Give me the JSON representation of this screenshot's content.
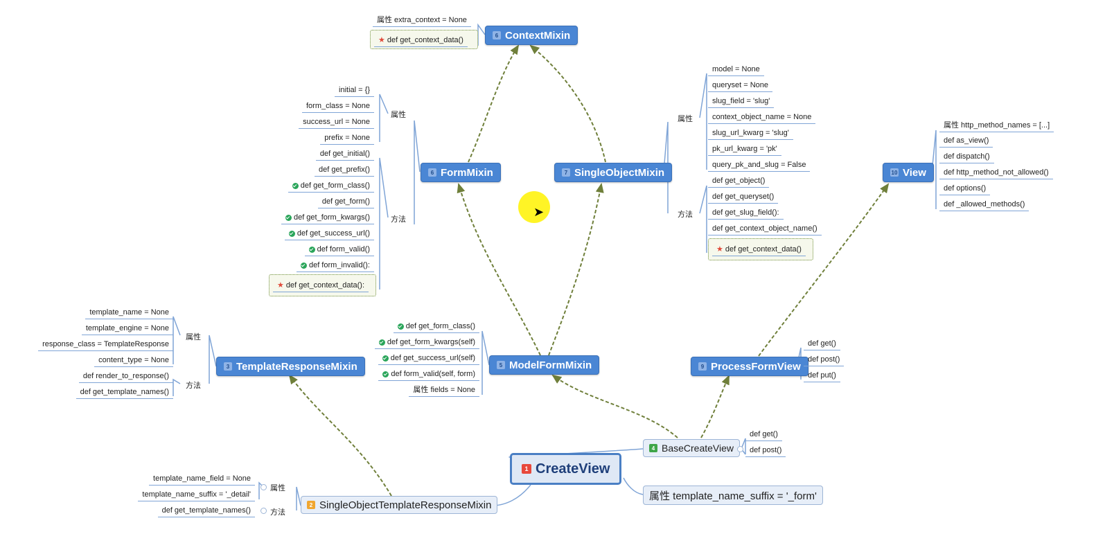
{
  "root": {
    "num": "1",
    "label": "CreateView"
  },
  "base_create_view": {
    "num": "4",
    "label": "BaseCreateView",
    "methods": [
      "def get()",
      "def post()"
    ]
  },
  "create_view_attr": "属性 template_name_suffix = '_form'",
  "process_form_view": {
    "num": "9",
    "label": "ProcessFormView",
    "methods": [
      "def get()",
      "def post()",
      "def put()"
    ]
  },
  "view": {
    "num": "10",
    "label": "View",
    "attr": "属性 http_method_names = [...]",
    "methods": [
      "def as_view()",
      "def dispatch()",
      "def http_method_not_allowed()",
      "def options()",
      "def _allowed_methods()"
    ]
  },
  "context_mixin": {
    "num": "6",
    "label": "ContextMixin",
    "attr": "属性 extra_context = None",
    "method": "def get_context_data()"
  },
  "form_mixin": {
    "num": "6",
    "label": "FormMixin",
    "attr_cat": "属性",
    "method_cat": "方法",
    "attrs": [
      "initial = {}",
      "form_class = None",
      "success_url = None",
      "prefix = None"
    ],
    "methods": [
      "def get_initial()",
      "def get_prefix()",
      "def get_form_class()",
      "def get_form()",
      "def get_form_kwargs()",
      "def get_success_url()",
      "def form_valid()",
      "def form_invalid():"
    ],
    "highlight": "def get_context_data():"
  },
  "single_object_mixin": {
    "num": "7",
    "label": "SingleObjectMixin",
    "attr_cat": "属性",
    "method_cat": "方法",
    "attrs": [
      "model = None",
      "queryset = None",
      "slug_field = 'slug'",
      "context_object_name = None",
      "slug_url_kwarg = 'slug'",
      "pk_url_kwarg = 'pk'",
      "query_pk_and_slug = False"
    ],
    "methods": [
      "def get_object()",
      "def get_queryset()",
      "def get_slug_field():",
      "def get_context_object_name()"
    ],
    "highlight": "def get_context_data()"
  },
  "model_form_mixin": {
    "num": "5",
    "label": "ModelFormMixin",
    "methods": [
      "def get_form_class()",
      "def get_form_kwargs(self)",
      "def get_success_url(self)",
      "def form_valid(self, form)"
    ],
    "attr": "属性 fields = None"
  },
  "template_response_mixin": {
    "num": "3",
    "label": "TemplateResponseMixin",
    "attr_cat": "属性",
    "method_cat": "方法",
    "attrs": [
      "template_name = None",
      "template_engine = None",
      "response_class = TemplateResponse",
      "content_type = None"
    ],
    "methods": [
      "def render_to_response()",
      "def get_template_names()"
    ]
  },
  "single_object_template_response_mixin": {
    "num": "2",
    "label": "SingleObjectTemplateResponseMixin",
    "attr_cat": "属性",
    "method_cat": "方法",
    "attrs": [
      "template_name_field = None",
      "template_name_suffix = '_detail'"
    ],
    "methods": [
      "def get_template_names()"
    ]
  },
  "colors": {
    "node_blue": "#4a86d4",
    "arrow": "#6f7f3a",
    "branch": "#7fa4d6",
    "cursor_highlight": "#fff200"
  }
}
